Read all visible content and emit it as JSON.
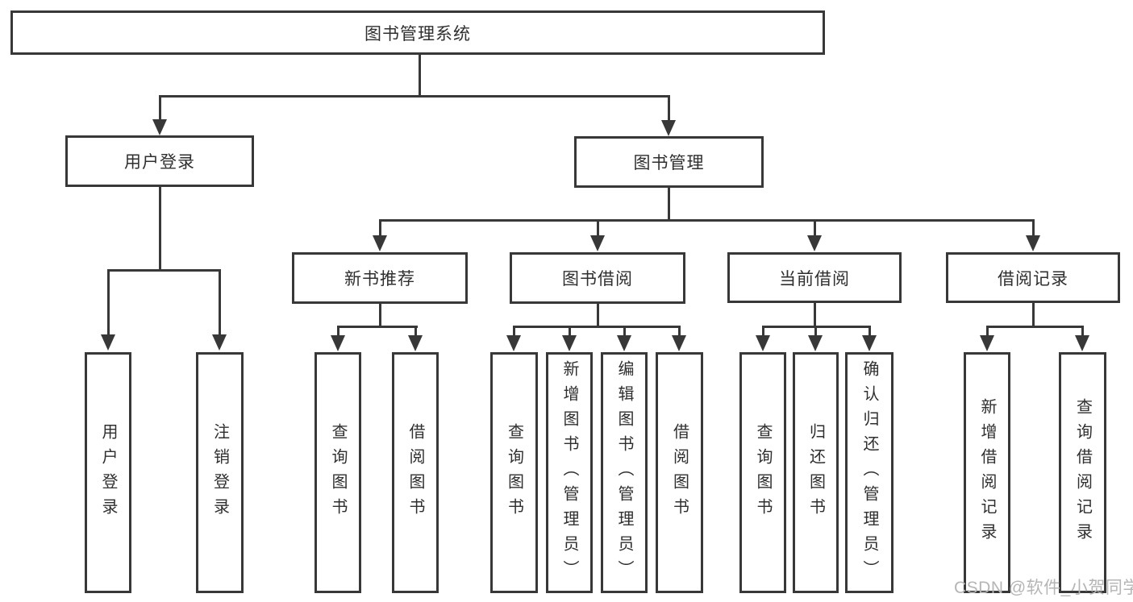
{
  "colors": {
    "line": "#383838",
    "text": "#2f2f2f",
    "watermark": "#b5b5b5",
    "background": "#ffffff"
  },
  "watermark": "CSDN @软件_小贺同学",
  "tree": {
    "label": "图书管理系统",
    "children": [
      {
        "label": "用户登录",
        "children": [
          {
            "label": "用户登录"
          },
          {
            "label": "注销登录"
          }
        ]
      },
      {
        "label": "图书管理",
        "children": [
          {
            "label": "新书推荐",
            "children": [
              {
                "label": "查询图书"
              },
              {
                "label": "借阅图书"
              }
            ]
          },
          {
            "label": "图书借阅",
            "children": [
              {
                "label": "查询图书"
              },
              {
                "label": "新增图书（管理员）"
              },
              {
                "label": "编辑图书（管理员）"
              },
              {
                "label": "借阅图书"
              }
            ]
          },
          {
            "label": "当前借阅",
            "children": [
              {
                "label": "查询图书"
              },
              {
                "label": "归还图书"
              },
              {
                "label": "确认归还（管理员）"
              }
            ]
          },
          {
            "label": "借阅记录",
            "children": [
              {
                "label": "新增借阅记录"
              },
              {
                "label": "查询借阅记录"
              }
            ]
          }
        ]
      }
    ]
  }
}
